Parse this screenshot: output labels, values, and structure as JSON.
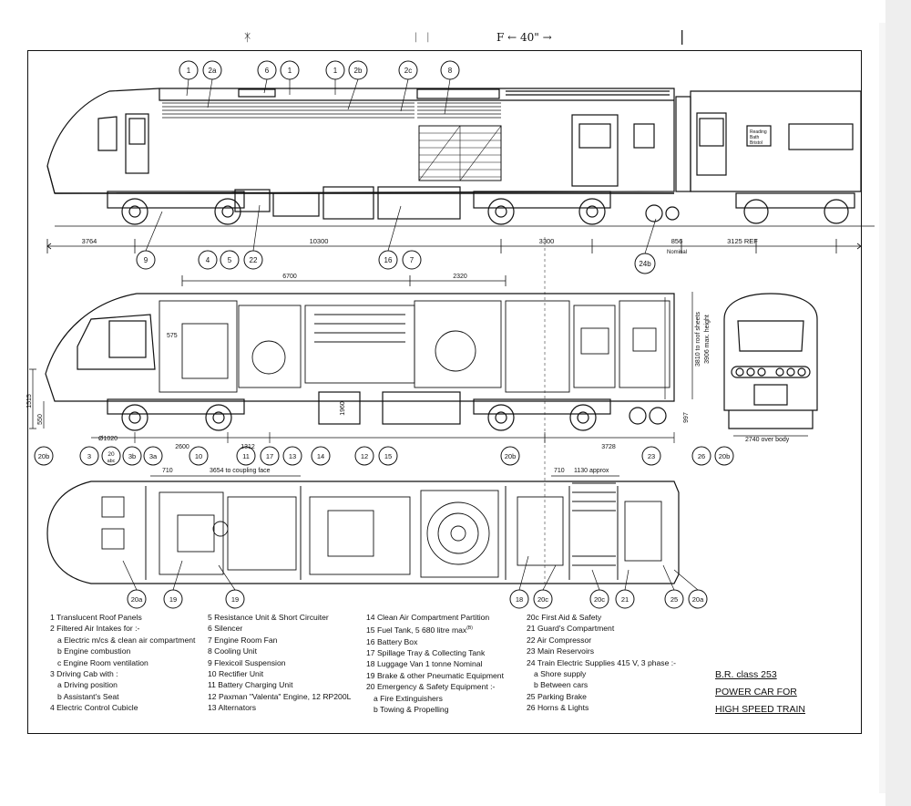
{
  "callouts": {
    "top": [
      "1",
      "2a",
      "6",
      "1",
      "1",
      "2b",
      "2c",
      "8"
    ],
    "elev_bottom": [
      "9",
      "22",
      "16",
      "24b"
    ],
    "plan_top_a": [
      "4",
      "5",
      "7"
    ],
    "mid_bottom": [
      "20b",
      "3",
      "20\nabc",
      "3b",
      "3a",
      "10",
      "11",
      "17",
      "13",
      "14",
      "12",
      "15",
      "20b",
      "23",
      "26",
      "20b"
    ],
    "plan_bottom": [
      "20a",
      "19",
      "19",
      "18",
      "20c",
      "20c",
      "21",
      "25",
      "20a"
    ]
  },
  "dims": {
    "d3764": "3764",
    "d10300": "10300",
    "d3300": "3300",
    "d856": "856",
    "nominal": "Nominal",
    "d3125": "3125 REF",
    "d6700": "6700",
    "d2320": "2320",
    "d575": "575",
    "d1960": "1960",
    "d1020": "Ø1020",
    "d2600": "2600",
    "d1312": "1312",
    "d3728": "3728",
    "d997": "997",
    "d1515": "1515",
    "d550": "550",
    "d3810": "3810 to roof sheets",
    "d3906": "3906 max. height",
    "d2740": "2740 over body",
    "d710a": "710",
    "d3654": "3654 to coupling face",
    "d710b": "710",
    "d1130": "1130 approx"
  },
  "legend_col1": [
    "1 Translucent Roof Panels",
    "2 Filtered Air Intakes for :-",
    "a Electric m/cs & clean air compartment",
    "b Engine combustion",
    "c Engine Room ventilation",
    "3 Driving Cab with :",
    "a Driving position",
    "b Assistant's Seat",
    "4 Electric Control Cubicle"
  ],
  "legend_col2": [
    "5 Resistance Unit & Short Circuiter",
    "6 Silencer",
    "7 Engine Room Fan",
    "8 Cooling Unit",
    "9 Flexicoil Suspension",
    "10 Rectifier Unit",
    "11 Battery Charging Unit",
    "12 Paxman \"Valenta\" Engine, 12 RP200L",
    "13 Alternators"
  ],
  "legend_col3": [
    "14 Clean Air Compartment Partition",
    "15 Fuel Tank, 5 680 litre max",
    "16 Battery Box",
    "17 Spillage Tray & Collecting Tank",
    "18 Luggage Van 1 tonne Nominal",
    "19 Brake & other Pneumatic Equipment",
    "20 Emergency & Safety Equipment :-",
    "a Fire Extinguishers",
    "b Towing & Propelling"
  ],
  "legend_col4": [
    "20c First Aid & Safety",
    "21 Guard's Compartment",
    "22 Air Compressor",
    "23 Main Reservoirs",
    "24 Train Electric Supplies 415 V, 3 phase :-",
    "a Shore supply",
    "b Between cars",
    "25 Parking Brake",
    "26 Horns & Lights"
  ],
  "caption": [
    "B.R. class 253",
    "POWER CAR FOR",
    "HIGH SPEED TRAIN"
  ],
  "handnote": "F ← 40\" →",
  "vehicle_sign": [
    "Reading",
    "Bath",
    "Bristol"
  ]
}
